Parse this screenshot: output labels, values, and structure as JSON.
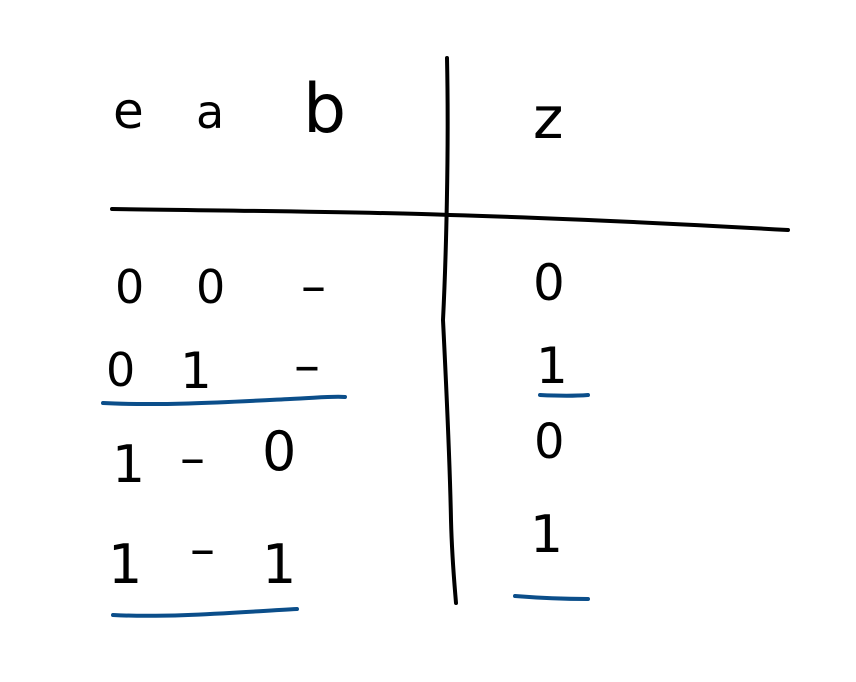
{
  "table": {
    "headers": {
      "inputs": [
        "e",
        "a",
        "b"
      ],
      "output": "z"
    },
    "rows": [
      {
        "inputs": [
          "0",
          "0",
          "–"
        ],
        "output": "0",
        "underlined": false
      },
      {
        "inputs": [
          "0",
          "1",
          "–"
        ],
        "output": "1",
        "underlined": true
      },
      {
        "inputs": [
          "1",
          "–",
          "0"
        ],
        "output": "0",
        "underlined": false
      },
      {
        "inputs": [
          "1",
          "–",
          "1"
        ],
        "output": "1",
        "underlined": true
      }
    ]
  },
  "colors": {
    "ink": "#000000",
    "underline": "#0b4e8a",
    "background": "#ffffff"
  }
}
